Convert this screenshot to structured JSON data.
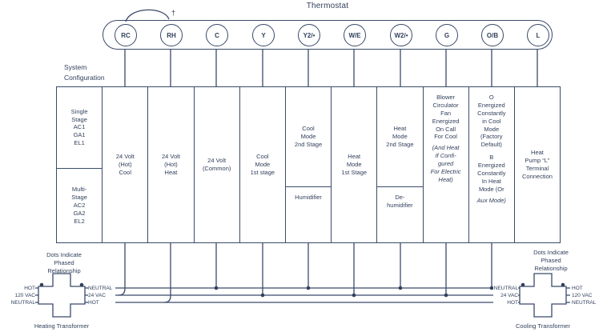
{
  "title": "Thermostat",
  "dagger": "†",
  "system_config_label": "System\nConfiguration",
  "terminals": [
    "RC",
    "RH",
    "C",
    "Y",
    "Y2/•",
    "W/E",
    "W2/•",
    "G",
    "O/B",
    "L"
  ],
  "grid": {
    "legend_top": "Single\nStage\nAC1\nGA1\nEL1",
    "legend_bottom": "Multi-\nStage\nAC2\nGA2\nEL2",
    "rc": "24 Volt\n(Hot)\nCool",
    "rh": "24 Volt\n(Hot)\nHeat",
    "c": "24 Volt\n(Common)",
    "y": "Cool\nMode\n1st stage",
    "y2_top": "Cool\nMode\n2nd Stage",
    "y2_bottom": "Humidifier",
    "we": "Heat\nMode\n1st Stage",
    "w2_top": "Heat\nMode\n2nd Stage",
    "w2_bottom": "De-\nhumidifier",
    "g_main": "Blower\nCirculator\nFan\nEnergized\nOn Call\nFor Cool",
    "g_italic": "(And Heat\nIf Confi-\ngured\nFor Electric\nHeat)",
    "ob_o": "O\nEnergized\nConstantly\nin Cool\nMode\n(Factory\nDefault)",
    "ob_b": "B\nEnergized\nConstantly\nIn Heat\nMode (Or",
    "ob_b_italic": "Aux Mode)",
    "l": "Heat\nPump “L”\nTerminal\nConnection"
  },
  "transformers": {
    "heating": {
      "note": "Dots Indicate\nPhased\nRelationship",
      "name": "Heating Transformer",
      "outer_labels": [
        "HOT",
        "120 VAC",
        "NEUTRAL"
      ],
      "inner_labels": [
        "NEUTRAL",
        "24 VAC",
        "HOT"
      ]
    },
    "cooling": {
      "note": "Dots Indicate\nPhased\nRelationship",
      "name": "Cooling Transformer",
      "inner_labels": [
        "NEUTRAL",
        "24 VAC",
        "HOT"
      ],
      "outer_labels": [
        "HOT",
        "120 VAC",
        "NEUTRAL"
      ]
    }
  },
  "colors": {
    "ink": "#32405c",
    "line": "#3a4a6b",
    "background": "#ffffff"
  }
}
